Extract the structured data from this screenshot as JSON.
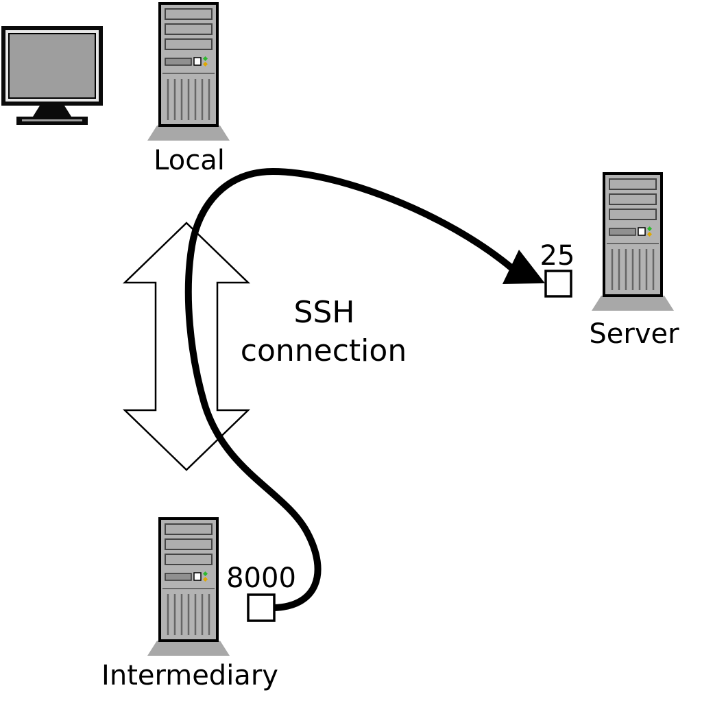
{
  "diagram": {
    "labels": {
      "local": "Local",
      "server": "Server",
      "intermediary": "Intermediary",
      "ssh_line1": "SSH",
      "ssh_line2": "connection",
      "server_port": "25",
      "forwarded_port": "8000"
    },
    "colors": {
      "background": "#ffffff",
      "outline": "#000000",
      "tower_body": "#b3b3b3",
      "tower_base": "#a8a8a8",
      "bay_fill": "#aeaeae",
      "screen": "#9e9e9e",
      "led_green": "#2eb82e",
      "led_yellow": "#e0a800",
      "tunnel_line": "#000000",
      "arrow_fill": "#ffffff"
    }
  }
}
